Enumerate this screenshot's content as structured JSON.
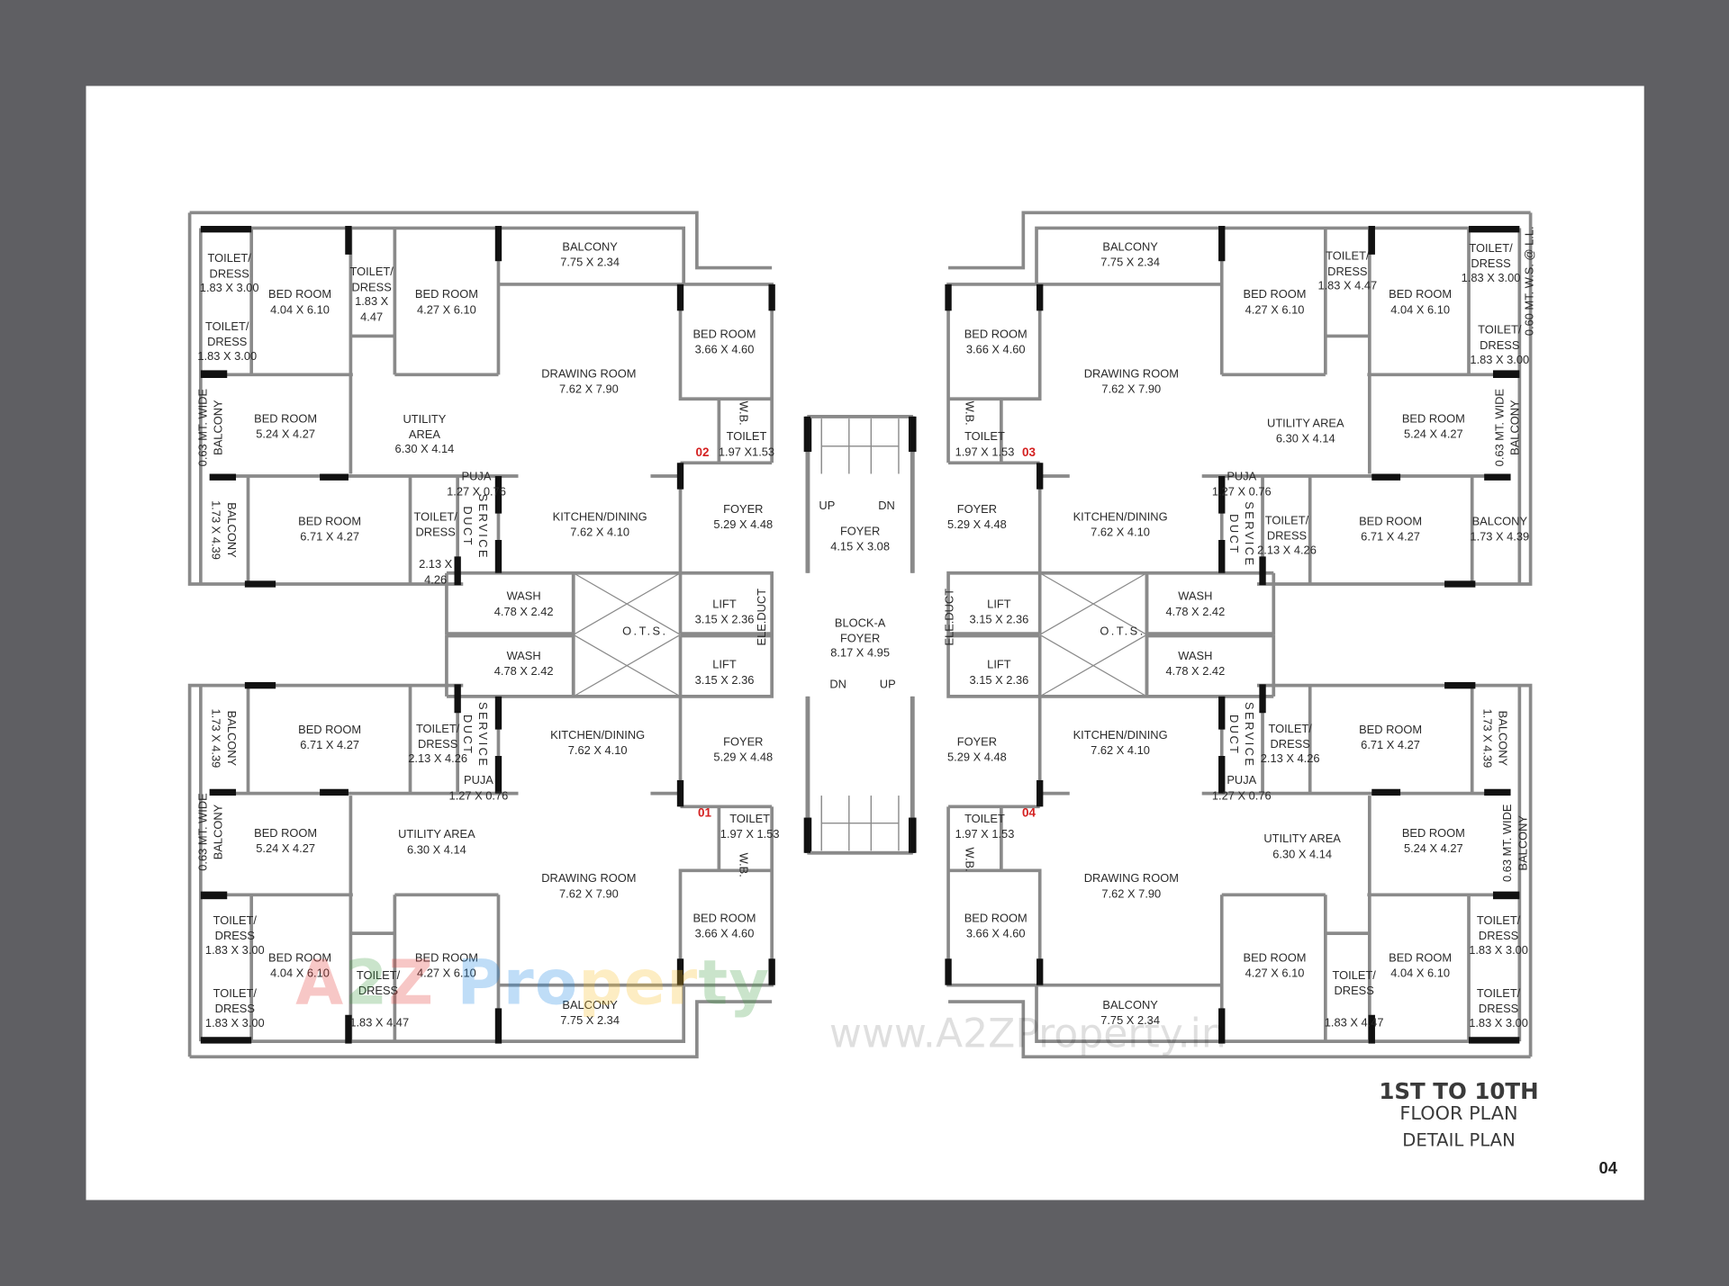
{
  "title_block": {
    "line1": "1ST TO 10TH",
    "line2": "FLOOR  PLAN",
    "line3": "DETAIL PLAN"
  },
  "page_number": "04",
  "watermarks": {
    "logo": "A2Z Property",
    "url": "www.A2ZProperty.in"
  },
  "colors": {
    "background": "#5f5f63",
    "sheet": "#ffffff",
    "wall": "#8a8a8a",
    "column": "#111111",
    "unit_number": "#d42020"
  },
  "labels": {
    "unit_02": [
      "TOILET/\nDRESS\n1.83 X 3.00",
      "TOILET/\nDRESS\n1.83 X 3.00",
      "BED ROOM\n4.04 X 6.10",
      "TOILET/\nDRESS\n1.83 X\n4.47",
      "BED ROOM\n4.27 X 6.10",
      "BALCONY\n7.75 X 2.34",
      "BED ROOM\n3.66 X 4.60",
      "DRAWING ROOM\n7.62 X 7.90",
      "BED ROOM\n5.24 X 4.27",
      "UTILITY\nAREA\n6.30 X 4.14",
      "0.63 MT. WIDE\nBALCONY",
      "BALCONY\n1.73 X 4.39",
      "BED ROOM\n6.71 X 4.27",
      "TOILET/\nDRESS",
      "2.13 X\n4.26",
      "PUJA\n1.27 X 0.76",
      "SERVICE\nDUCT",
      "KITCHEN/DINING\n7.62 X 4.10",
      "W.B.",
      "TOILET\n1.97 X1.53",
      "02",
      "FOYER\n5.29 X 4.48"
    ],
    "unit_03": [
      "BALCONY\n7.75 X 2.34",
      "BED ROOM\n3.66 X 4.60",
      "DRAWING ROOM\n7.62 X 7.90",
      "BED ROOM\n4.27 X 6.10",
      "TOILET/\nDRESS\n1.83 X 4.47",
      "BED ROOM\n4.04 X 6.10",
      "TOILET/\nDRESS\n1.83 X 3.00",
      "0.60 MT. W.S. @ L.L.",
      "TOILET/\nDRESS\n1.83 X 3.00",
      "UTILITY AREA\n6.30 X 4.14",
      "BED ROOM\n5.24 X 4.27",
      "0.63 MT. WIDE\nBALCONY",
      "W.B.",
      "TOILET\n1.97 X 1.53",
      "03",
      "FOYER\n5.29 X 4.48",
      "KITCHEN/DINING\n7.62 X 4.10",
      "PUJA\n1.27 X 0.76",
      "SERVICE\nDUCT",
      "TOILET/\nDRESS\n2.13 X 4.26",
      "BED ROOM\n6.71 X 4.27",
      "BALCONY\n1.73 X 4.39"
    ],
    "unit_01": [
      "BALCONY\n1.73 X 4.39",
      "BED ROOM\n6.71 X 4.27",
      "TOILET/\nDRESS\n2.13 X 4.26",
      "SERVICE\nDUCT",
      "PUJA\n1.27 X 0.76",
      "KITCHEN/DINING\n7.62 X 4.10",
      "FOYER\n5.29 X 4.48",
      "0.63 MT. WIDE\nBALCONY",
      "BED ROOM\n5.24 X 4.27",
      "UTILITY AREA\n6.30 X 4.14",
      "01",
      "TOILET\n1.97 X 1.53",
      "W.B.",
      "DRAWING ROOM\n7.62 X 7.90",
      "BED ROOM\n3.66 X 4.60",
      "TOILET/\nDRESS\n1.83 X 3.00",
      "BED ROOM\n4.04 X 6.10",
      "BED ROOM\n4.27 X 6.10",
      "TOILET/\nDRESS",
      "1.83 X 4.47",
      "TOILET/\nDRESS\n1.83 X 3.00",
      "BALCONY\n7.75 X 2.34"
    ],
    "unit_04": [
      "KITCHEN/DINING\n7.62 X 4.10",
      "FOYER\n5.29 X 4.48",
      "SERVICE\nDUCT",
      "TOILET/\nDRESS\n2.13 X 4.26",
      "BED ROOM\n6.71 X 4.27",
      "BALCONY\n1.73 X 4.39",
      "PUJA\n1.27 X 0.76",
      "TOILET\n1.97 X 1.53",
      "04",
      "W.B.",
      "UTILITY AREA\n6.30 X 4.14",
      "BED ROOM\n5.24 X 4.27",
      "0.63 MT. WIDE\nBALCONY",
      "DRAWING ROOM\n7.62 X 7.90",
      "BED ROOM\n3.66 X 4.60",
      "BED ROOM\n4.27 X 6.10",
      "TOILET/\nDRESS",
      "1.83 X 4.47",
      "BED ROOM\n4.04 X 6.10",
      "TOILET/\nDRESS\n1.83 X 3.00",
      "TOILET/\nDRESS\n1.83 X 3.00",
      "BALCONY\n7.75 X 2.34"
    ],
    "core": [
      "WASH\n4.78 X 2.42",
      "WASH\n4.78 X 2.42",
      "O.T.S.",
      "LIFT\n3.15 X 2.36",
      "LIFT\n3.15 X 2.36",
      "ELE.DUCT",
      "UP",
      "DN",
      "FOYER\n4.15 X 3.08",
      "BLOCK-A\nFOYER\n8.17 X 4.95",
      "DN",
      "UP",
      "WASH\n4.78 X 2.42",
      "WASH\n4.78 X 2.42",
      "O.T.S.",
      "LIFT\n3.15 X 2.36",
      "LIFT\n3.15 X 2.36",
      "ELE.DUCT"
    ]
  }
}
